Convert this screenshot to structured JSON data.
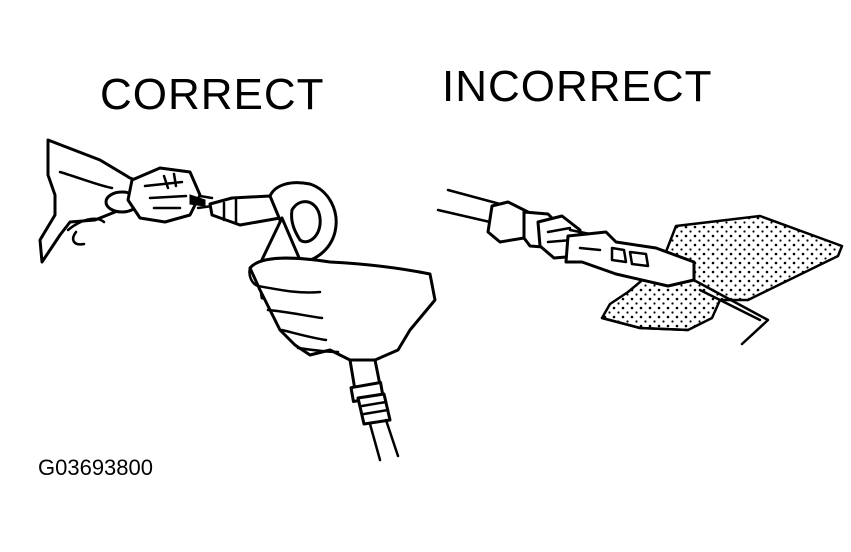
{
  "labels": {
    "correct": "CORRECT",
    "incorrect": "INCORRECT",
    "figure_code": "G03693800"
  },
  "colors": {
    "ink": "#000000",
    "paper": "#ffffff"
  }
}
